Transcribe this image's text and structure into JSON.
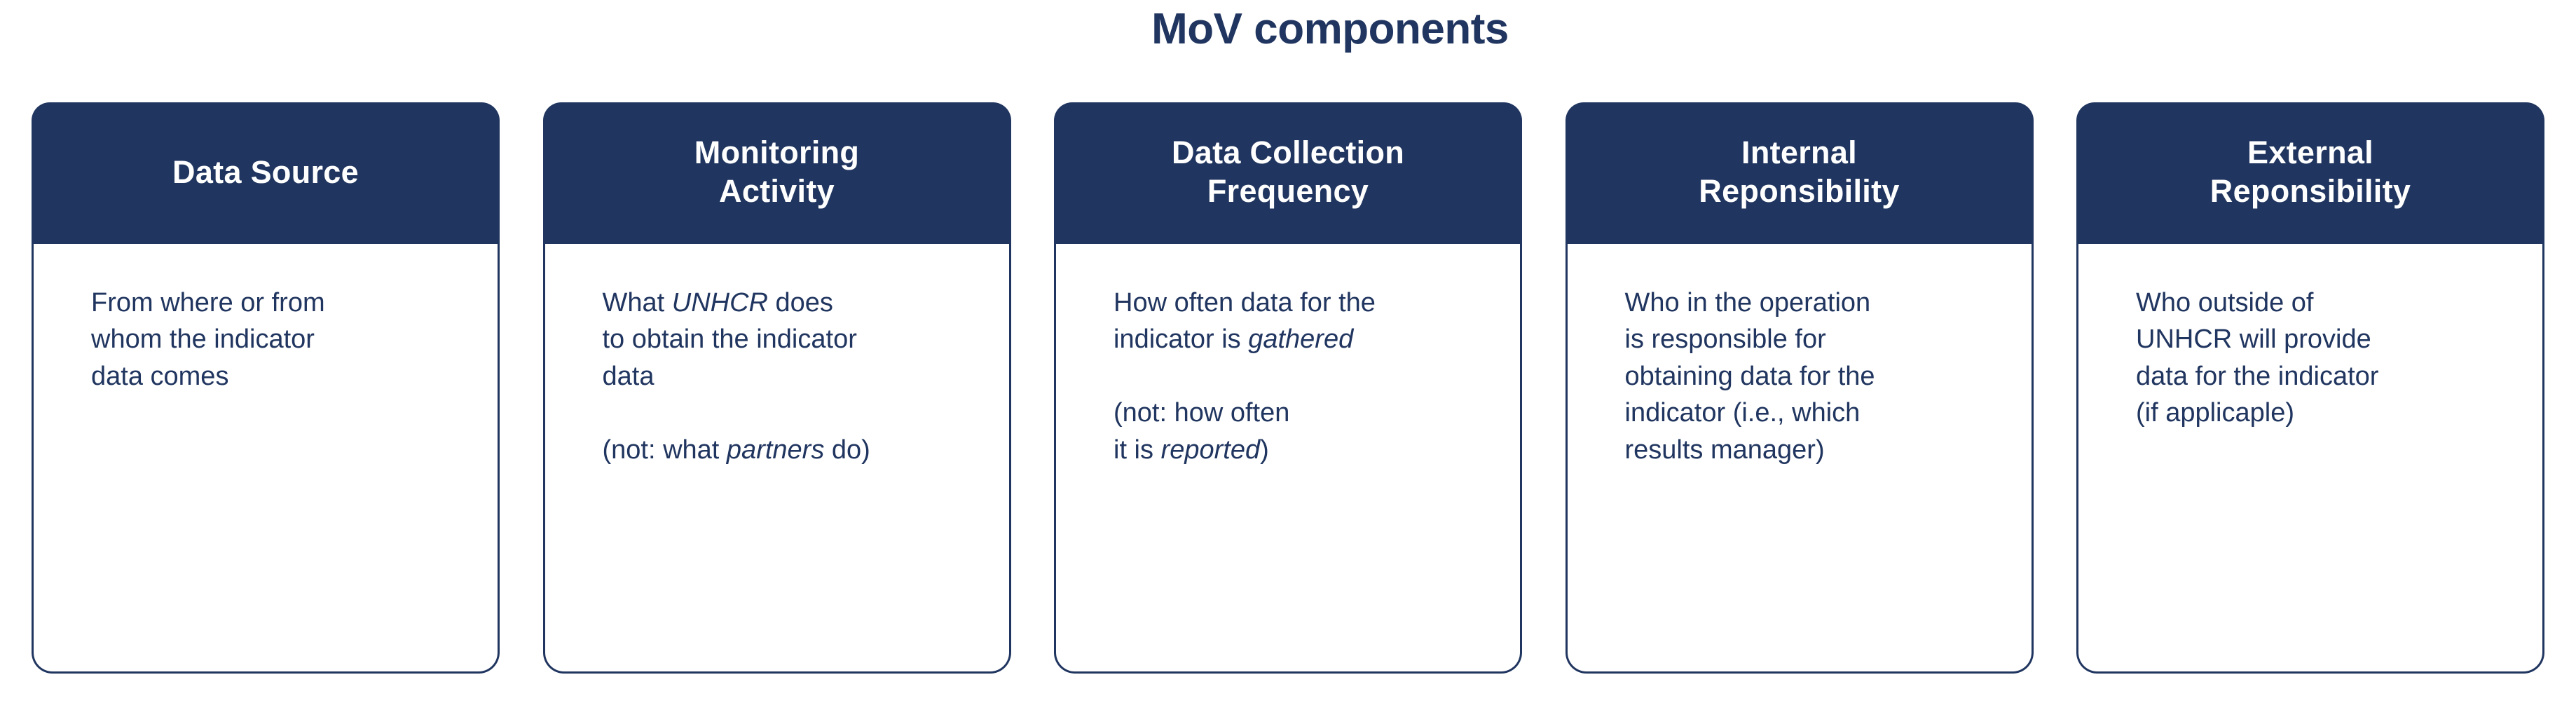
{
  "page": {
    "title": "MoV components",
    "background_color": "#ffffff",
    "accent_color": "#20355f",
    "header_text_color": "#ffffff"
  },
  "cards": [
    {
      "header": "Data Source",
      "body_plain": "From where or from whom the indicator data comes",
      "body_html": "From where or from\nwhom the indicator\ndata comes",
      "italic_terms": []
    },
    {
      "header": "Monitoring\nActivity",
      "body_plain": "What UNHCR does to obtain the indicator data\n\n(not: what partners do)",
      "body_html": "What <i>UNHCR</i> does\nto obtain the indicator\ndata\n\n(not: what <i>partners</i> do)",
      "italic_terms": [
        "UNHCR",
        "partners"
      ]
    },
    {
      "header": "Data Collection\nFrequency",
      "body_plain": "How often data for the indicator is gathered\n\n(not: how often it is reported)",
      "body_html": "How often data for the\nindicator is <i>gathered</i>\n\n(not: how often\nit is <i>reported</i>)",
      "italic_terms": [
        "gathered",
        "reported"
      ]
    },
    {
      "header": "Internal\nReponsibility",
      "body_plain": "Who in the operation is responsible for obtaining data for the indicator (i.e., which results manager)",
      "body_html": "Who in the operation\nis responsible for\nobtaining data for the\nindicator (i.e., which\nresults manager)",
      "italic_terms": []
    },
    {
      "header": "External\nReponsibility",
      "body_plain": "Who outside of UNHCR will provide data for the indicator (if applicaple)",
      "body_html": "Who outside of\nUNHCR will provide\ndata for the indicator\n(if applicaple)",
      "italic_terms": []
    }
  ]
}
